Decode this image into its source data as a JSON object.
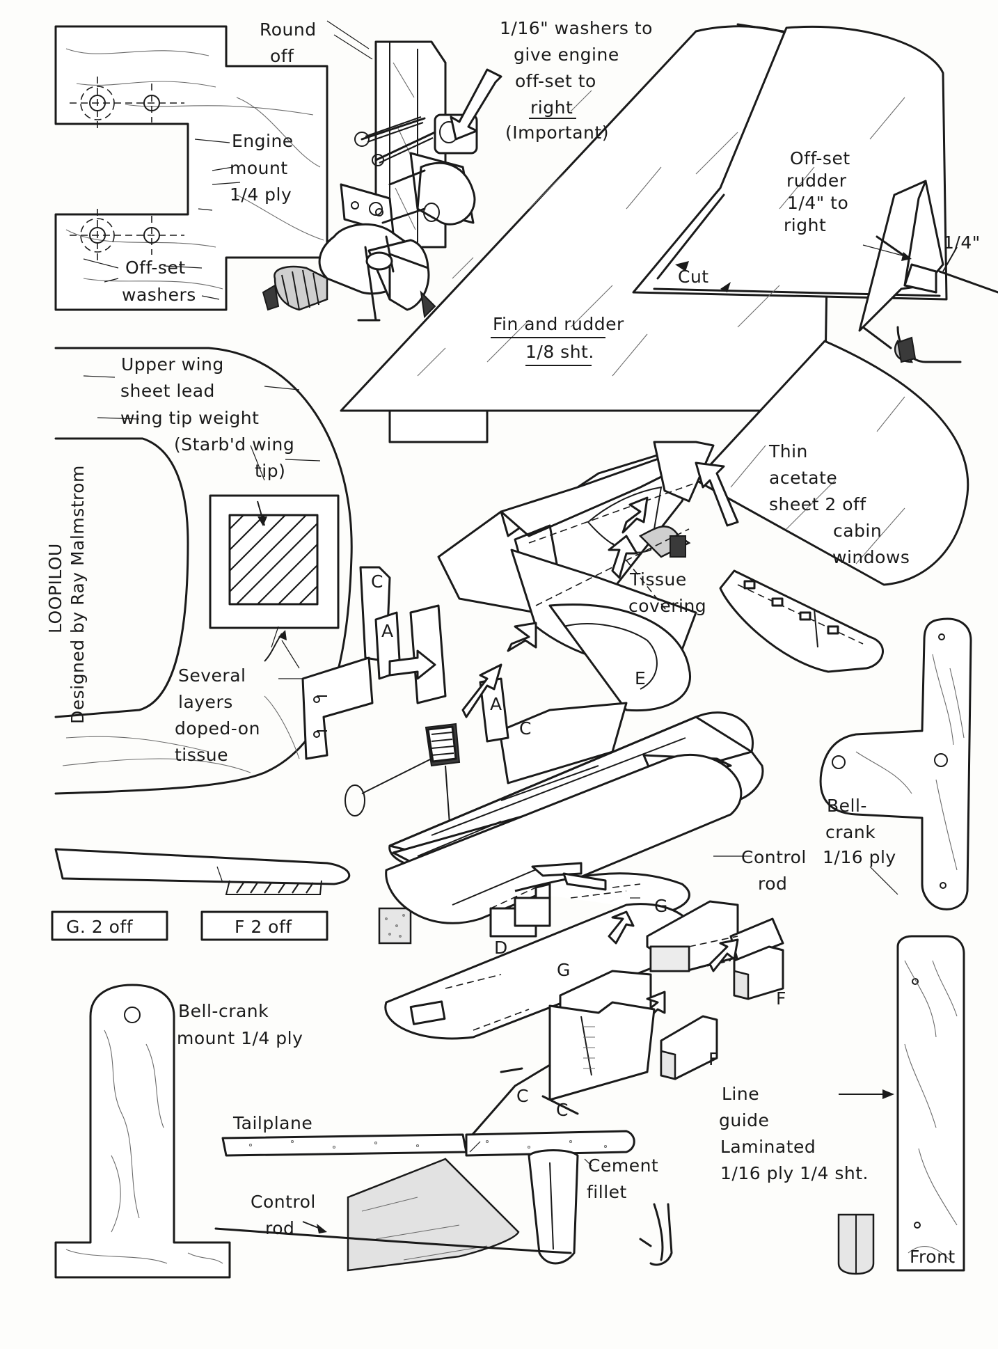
{
  "labels": {
    "round_off": [
      "Round",
      "off"
    ],
    "washers_note": [
      "1/16\" washers to",
      "give engine",
      "off-set to",
      "right",
      "(Important)"
    ],
    "engine_mount": [
      "Engine",
      "mount",
      "1/4 ply"
    ],
    "offset_washers": [
      "Off-set",
      "washers"
    ],
    "offset_rudder": [
      "Off-set",
      "rudder",
      "1/4\" to",
      "right"
    ],
    "quarter_inch": "1/4\"",
    "cut": "Cut",
    "fin_and_rudder": [
      "Fin and rudder",
      "1/8 sht."
    ],
    "upper_wing": [
      "Upper wing",
      "sheet lead",
      "wing tip weight",
      "(Starb'd wing",
      "tip)"
    ],
    "title": "LOOPILOU",
    "designer": "Designed by Ray Malmstrom",
    "thin_acetate": [
      "Thin",
      "acetate",
      "sheet  2 off",
      "cabin",
      "windows"
    ],
    "tissue_covering": [
      "Tissue",
      "covering"
    ],
    "several_layers": [
      "Several",
      "layers",
      "doped-on",
      "tissue"
    ],
    "part_letters": {
      "C": "C",
      "A": "A",
      "E": "E",
      "D": "D",
      "G": "G",
      "F": "F"
    },
    "bell_crank": [
      "Bell-",
      "crank"
    ],
    "control_rod_ply": [
      "Control",
      "1/16 ply",
      "rod"
    ],
    "g_2_off": "G. 2 off",
    "f_2_off": "F  2 off",
    "bell_crank_mount": [
      "Bell-crank",
      "mount 1/4 ply"
    ],
    "tailplane": "Tailplane",
    "cement_fillet": [
      "Cement",
      "fillet"
    ],
    "control_rod": [
      "Control",
      "rod"
    ],
    "line_guide": [
      "Line",
      "guide",
      "Laminated",
      "1/16 ply 1/4 sht."
    ],
    "front": "Front"
  }
}
